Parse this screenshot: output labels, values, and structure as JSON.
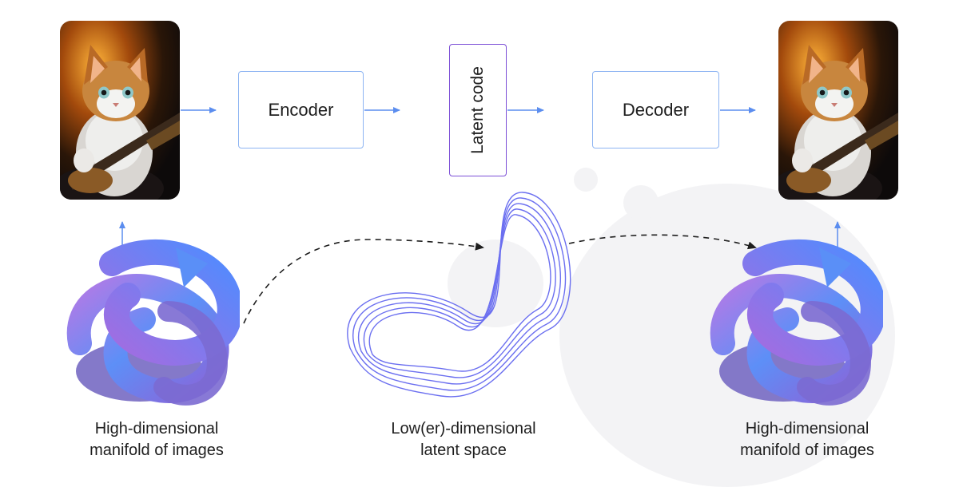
{
  "encoder": {
    "label": "Encoder"
  },
  "latent": {
    "label": "Latent code"
  },
  "decoder": {
    "label": "Decoder"
  },
  "captions": {
    "left": [
      "High-dimensional",
      "manifold of images"
    ],
    "middle": [
      "Low(er)-dimensional",
      "latent space"
    ],
    "right": [
      "High-dimensional",
      "manifold of images"
    ]
  },
  "colors": {
    "box_border": "#8db4f2",
    "latent_border": "#7c4fd6",
    "arrow": "#5b8def",
    "manifold_blue": "#5b8ff8",
    "manifold_purple": "#a070e0",
    "latent_curve": "#6b6ff0"
  },
  "icons": [
    "cat-guitar-image",
    "manifold-knot",
    "infinity-curve"
  ]
}
